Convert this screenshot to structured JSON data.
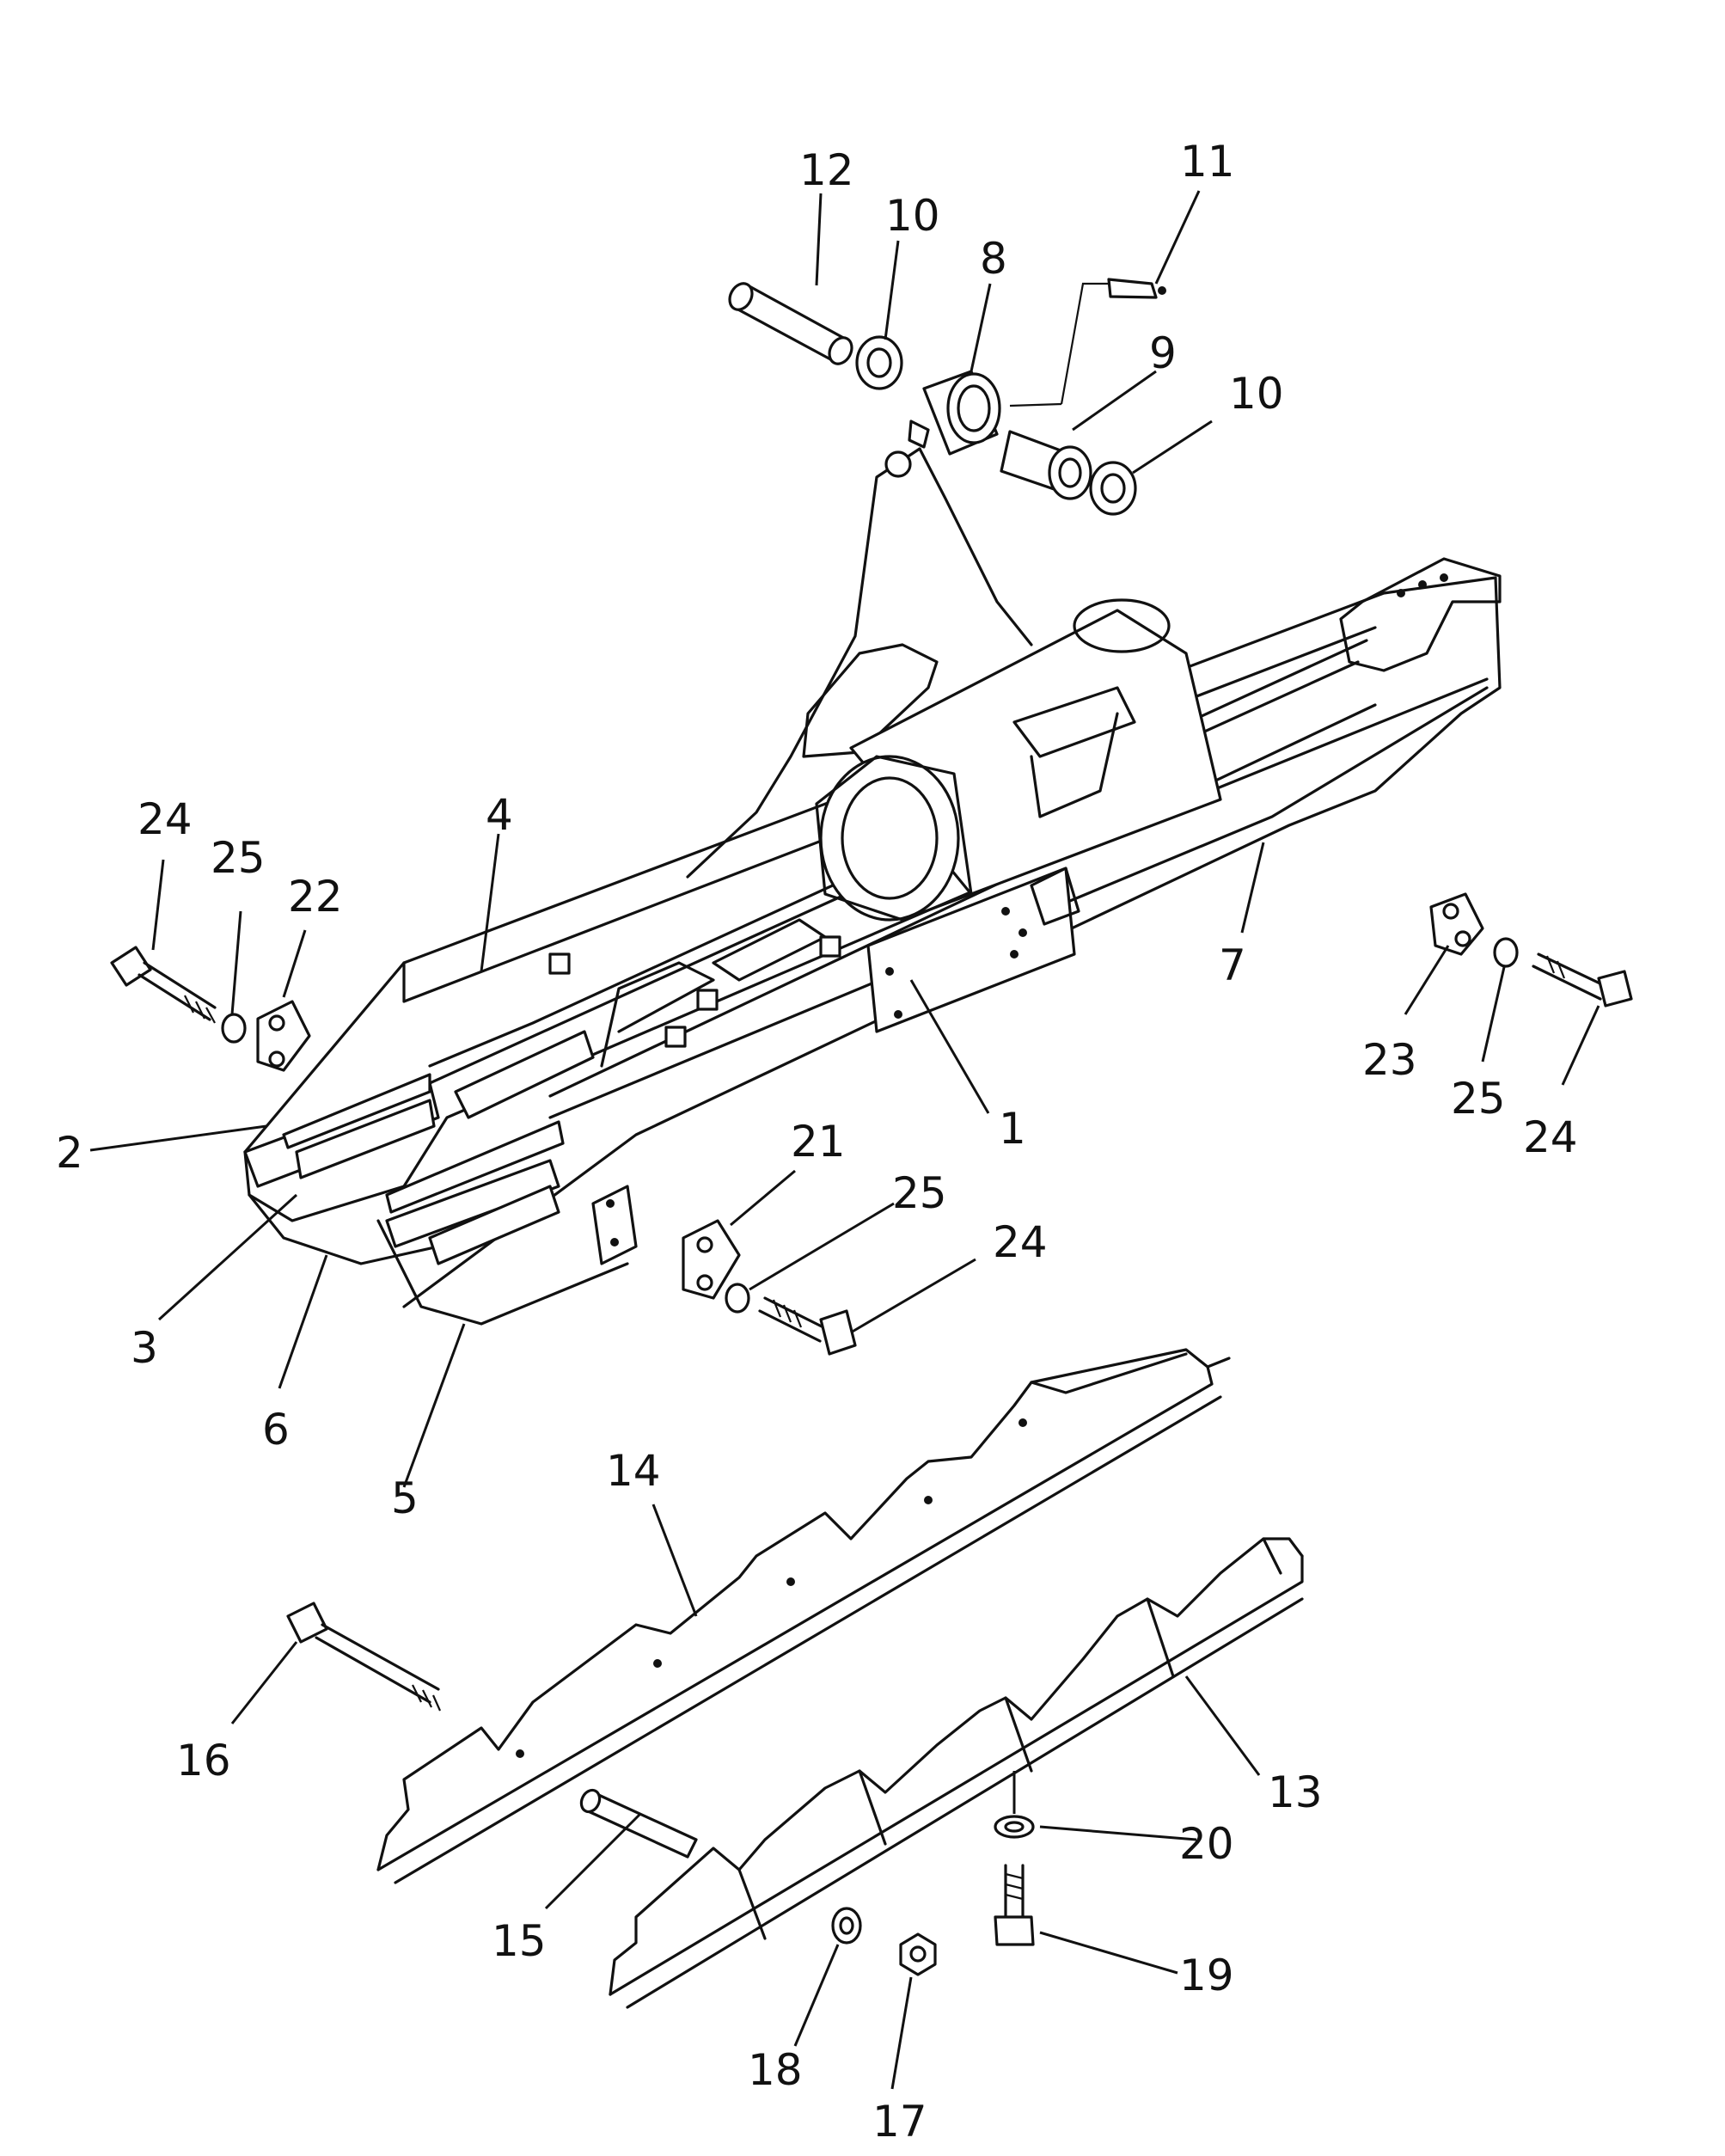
{
  "colors": {
    "ink": "#111111",
    "paper": "#ffffff"
  },
  "callouts": [
    {
      "id": "c12",
      "label": "12"
    },
    {
      "id": "c10a",
      "label": "10"
    },
    {
      "id": "c8",
      "label": "8"
    },
    {
      "id": "c11",
      "label": "11"
    },
    {
      "id": "c9",
      "label": "9"
    },
    {
      "id": "c10b",
      "label": "10"
    },
    {
      "id": "c24a",
      "label": "24"
    },
    {
      "id": "c25a",
      "label": "25"
    },
    {
      "id": "c22",
      "label": "22"
    },
    {
      "id": "c4",
      "label": "4"
    },
    {
      "id": "c7",
      "label": "7"
    },
    {
      "id": "c23",
      "label": "23"
    },
    {
      "id": "c25b",
      "label": "25"
    },
    {
      "id": "c24b",
      "label": "24"
    },
    {
      "id": "c2",
      "label": "2"
    },
    {
      "id": "c1",
      "label": "1"
    },
    {
      "id": "c21",
      "label": "21"
    },
    {
      "id": "c25c",
      "label": "25"
    },
    {
      "id": "c24c",
      "label": "24"
    },
    {
      "id": "c3",
      "label": "3"
    },
    {
      "id": "c6",
      "label": "6"
    },
    {
      "id": "c5",
      "label": "5"
    },
    {
      "id": "c14",
      "label": "14"
    },
    {
      "id": "c16",
      "label": "16"
    },
    {
      "id": "c13",
      "label": "13"
    },
    {
      "id": "c20",
      "label": "20"
    },
    {
      "id": "c15",
      "label": "15"
    },
    {
      "id": "c19",
      "label": "19"
    },
    {
      "id": "c18",
      "label": "18"
    },
    {
      "id": "c17",
      "label": "17"
    }
  ]
}
